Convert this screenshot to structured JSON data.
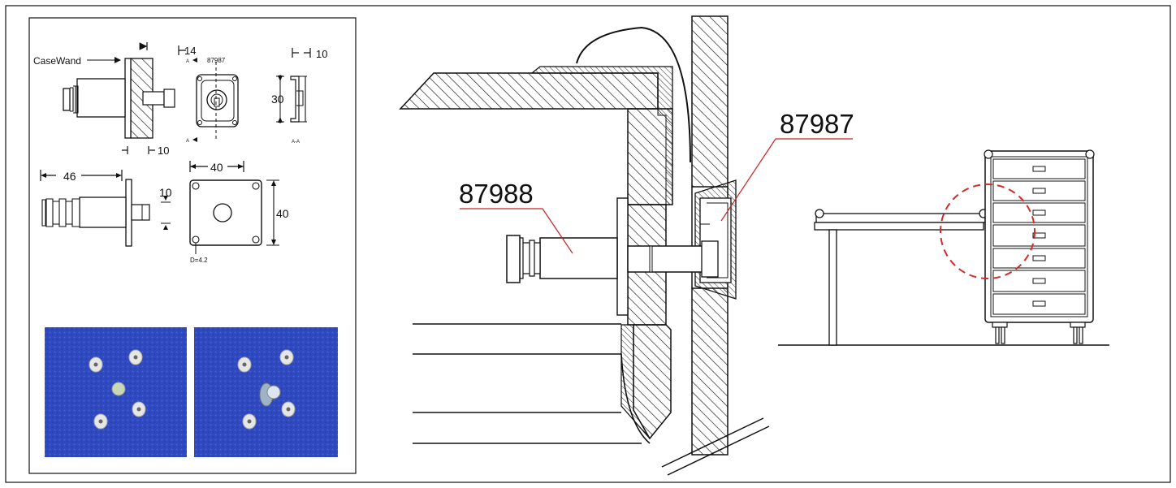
{
  "left_panel": {
    "casewand_label": "CaseWand",
    "dim_14": "14",
    "dim_10_top": "10",
    "dim_10_side": "10",
    "dim_46": "46",
    "dim_10_pin": "10",
    "dim_40_width": "40",
    "dim_40_height": "40",
    "dim_30": "30",
    "hole_label": "D=4.2",
    "part_label_small": "87987",
    "section_mark": "A",
    "section_label": "A-A"
  },
  "main_diagram": {
    "label_87988": "87988",
    "label_87987": "87987"
  },
  "colors": {
    "leader_red": "#cc2222",
    "circle_red": "#d42a2a",
    "photo_blue": "#2f49c0"
  }
}
